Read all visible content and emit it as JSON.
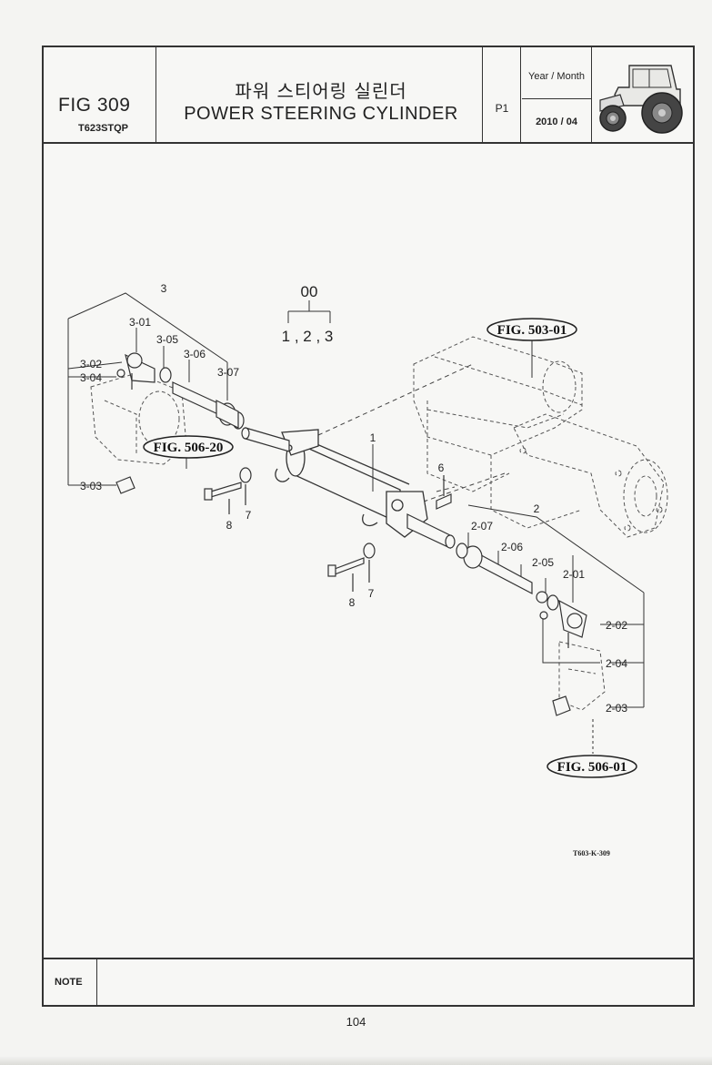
{
  "header": {
    "fig_number": "FIG 309",
    "model_code": "T623STQP",
    "title_korean": "파워 스티어링 실린더",
    "title_english": "POWER STEERING CYLINDER",
    "page_label": "P1",
    "year_month_label": "Year / Month",
    "year_month_value": "2010 / 04",
    "thumbnail_icon": "tractor-icon"
  },
  "diagram": {
    "assembly_label": "00",
    "assembly_components": "1 , 2 , 3",
    "callouts": {
      "fig_503": "FIG. 503-01",
      "fig_506_20": "FIG. 506-20",
      "fig_506_01": "FIG. 506-01"
    },
    "left_tie_rod": {
      "group": "3",
      "parts": [
        "3-01",
        "3-05",
        "3-06",
        "3-07",
        "3-02",
        "3-04",
        "3-03"
      ]
    },
    "right_tie_rod": {
      "group": "2",
      "parts": [
        "2-07",
        "2-06",
        "2-05",
        "2-01",
        "2-02",
        "2-04",
        "2-03"
      ]
    },
    "cylinder": "1",
    "pin": "6",
    "bolt_label": "8",
    "washer_label": "7",
    "drawing_ref": "T603-K-309"
  },
  "footer": {
    "note_label": "NOTE",
    "page_number": "104"
  }
}
